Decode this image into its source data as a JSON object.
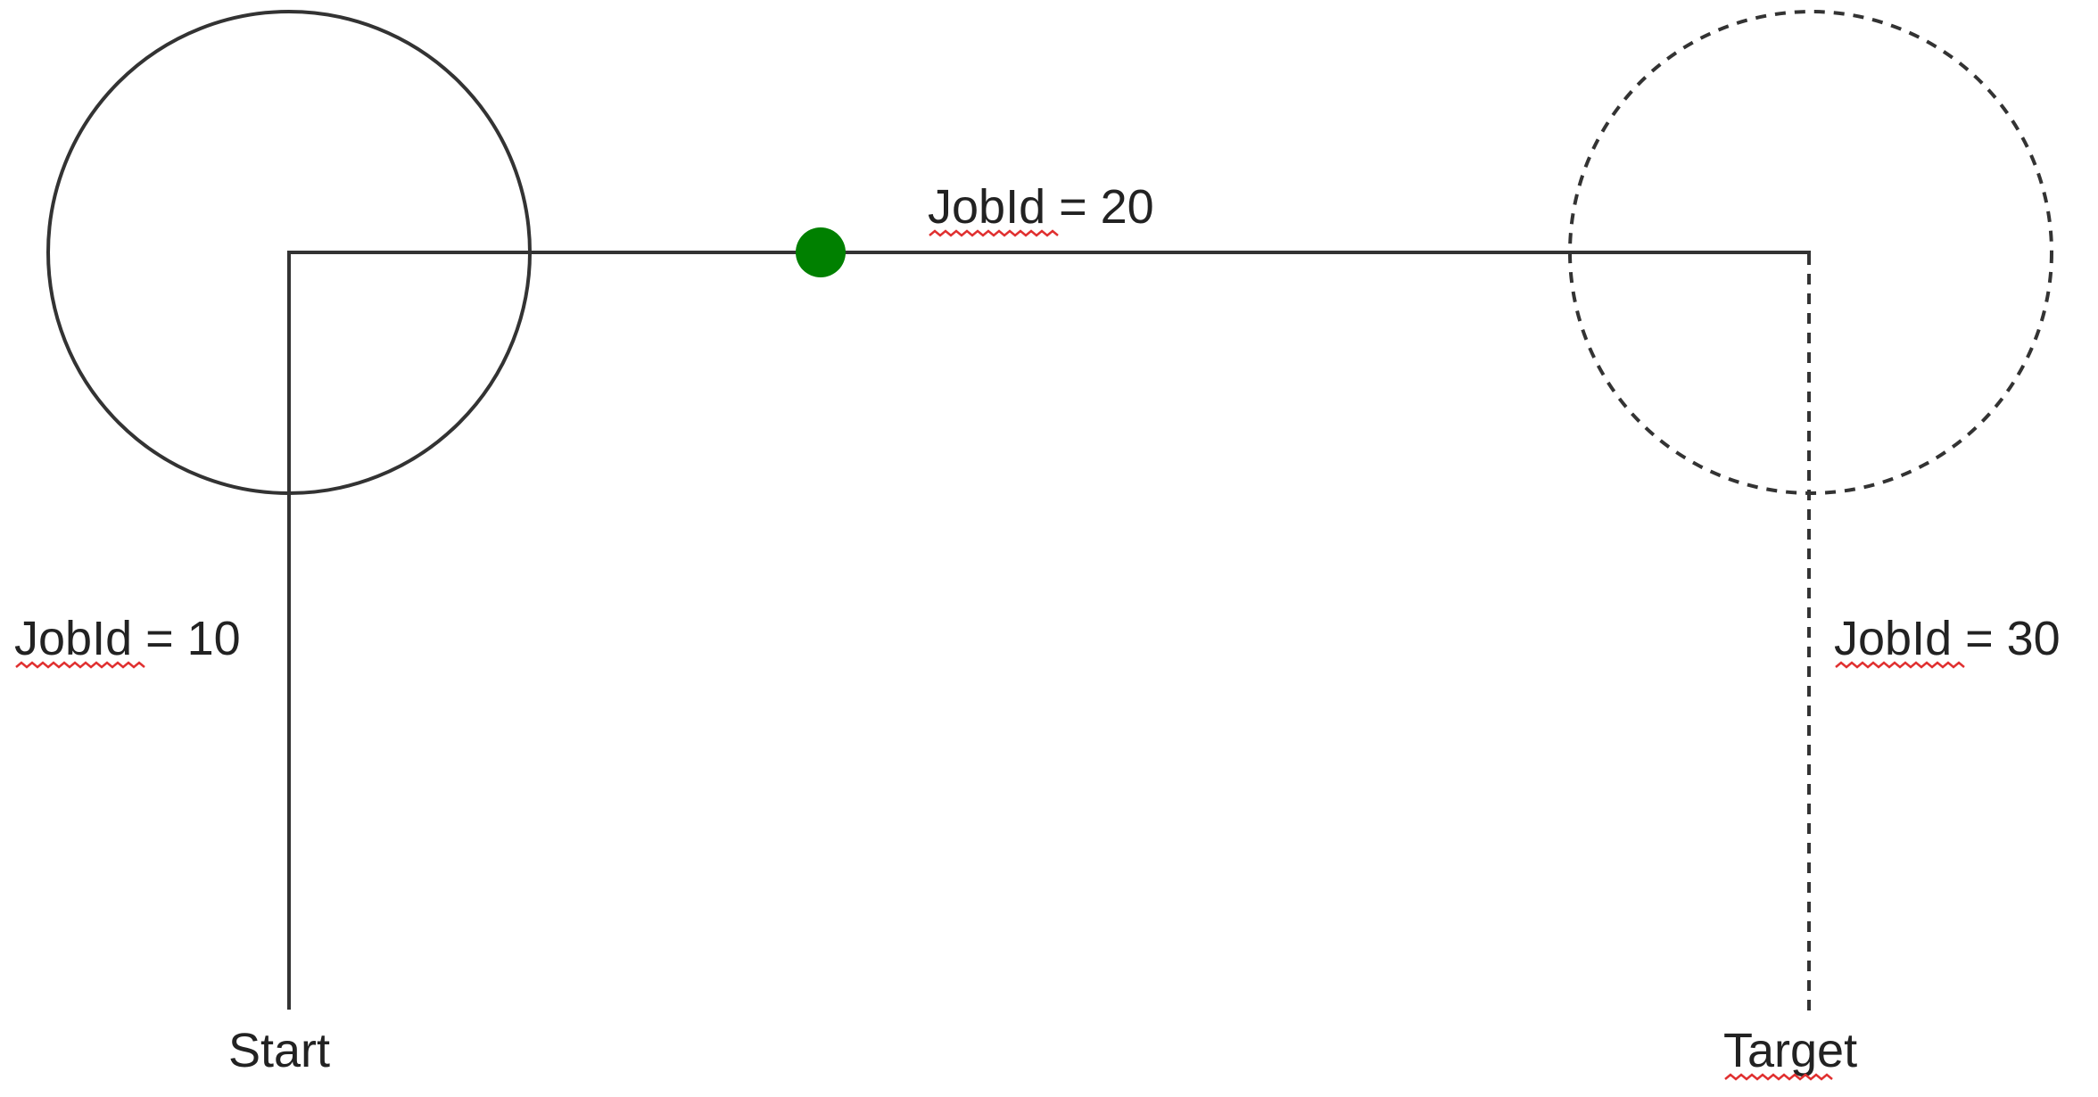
{
  "diagram": {
    "colors": {
      "line": "#333333",
      "marker": "#008000",
      "spellcheck": "#e03030",
      "background": "#ffffff"
    },
    "segments": [
      {
        "id": "job-10",
        "style": "solid"
      },
      {
        "id": "job-20",
        "style": "solid"
      },
      {
        "id": "job-30",
        "style": "dashed"
      }
    ],
    "labels": {
      "job10": "JobId = 10",
      "job20": "JobId = 20",
      "job30": "JobId = 30",
      "start": "Start",
      "target": "Target"
    },
    "spellcheck_words": [
      "JobId",
      "JobId",
      "JobId",
      "Target"
    ],
    "circles": [
      {
        "id": "start-circle",
        "style": "solid"
      },
      {
        "id": "target-circle",
        "style": "dashed"
      }
    ],
    "marker": {
      "id": "current-position-marker",
      "shape": "circle"
    }
  }
}
